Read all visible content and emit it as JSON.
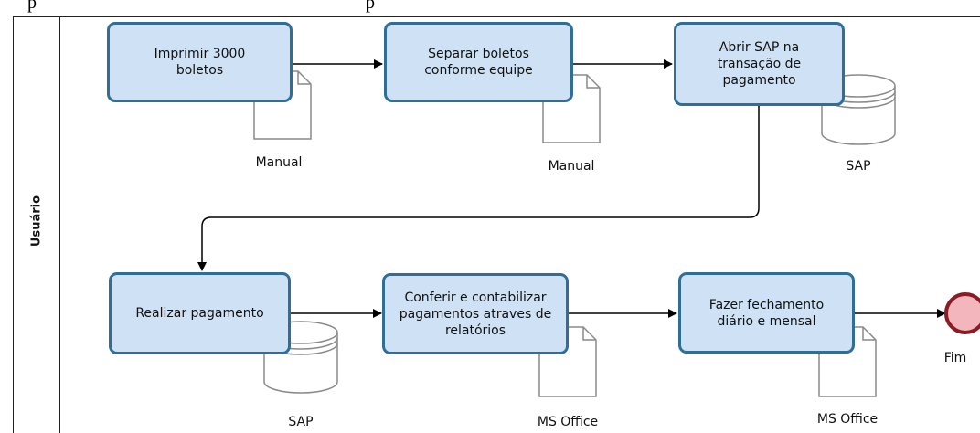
{
  "header": {
    "top_left": "p",
    "top_right": "p"
  },
  "lane": {
    "label": "Usuário"
  },
  "tasks": [
    {
      "label": "Imprimir  3000\nboletos"
    },
    {
      "label": "Separar boletos\nconforme equipe"
    },
    {
      "label": "Abrir SAP na\ntransação de\npagamento"
    },
    {
      "label": "Realizar pagamento"
    },
    {
      "label": "Conferir e contabilizar\npagamentos atraves de\nrelatórios"
    },
    {
      "label": "Fazer fechamento\ndiário e mensal"
    }
  ],
  "artifacts": [
    {
      "type": "document",
      "label": "Manual"
    },
    {
      "type": "document",
      "label": "Manual"
    },
    {
      "type": "database",
      "label": "SAP"
    },
    {
      "type": "database",
      "label": "SAP"
    },
    {
      "type": "document",
      "label": "MS Office"
    },
    {
      "type": "document",
      "label": "MS Office"
    }
  ],
  "end_event": {
    "label": "Fim"
  },
  "colors": {
    "task_fill": "#cfe2f5",
    "task_border": "#2f6f97",
    "end_fill": "#f2b6bc",
    "end_border": "#8b1b24",
    "artifact_fill": "#ffffff",
    "artifact_stroke": "#8a8a8a"
  }
}
